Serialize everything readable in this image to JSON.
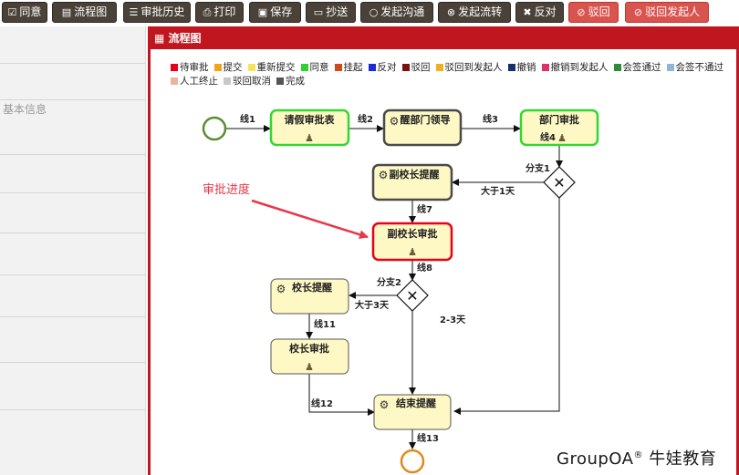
{
  "toolbar": {
    "buttons": [
      {
        "icon": "☑",
        "label": "同意",
        "style": "dark"
      },
      {
        "icon": "▤",
        "label": "流程图",
        "style": "dark"
      },
      {
        "icon": "☰",
        "label": "审批历史",
        "style": "dark"
      },
      {
        "icon": "⎙",
        "label": "打印",
        "style": "dark"
      },
      {
        "icon": "▣",
        "label": "保存",
        "style": "dark"
      },
      {
        "icon": "▭",
        "label": "抄送",
        "style": "dark"
      },
      {
        "icon": "○",
        "label": "发起沟通",
        "style": "dark"
      },
      {
        "icon": "⊗",
        "label": "发起流转",
        "style": "dark"
      },
      {
        "icon": "✖",
        "label": "反对",
        "style": "dark"
      },
      {
        "icon": "⊘",
        "label": "驳回",
        "style": "red"
      },
      {
        "icon": "⊘",
        "label": "驳回发起人",
        "style": "red"
      }
    ]
  },
  "sidebar": {
    "label": "基本信息"
  },
  "panel": {
    "title": "流程图"
  },
  "legend": [
    {
      "label": "待审批",
      "color": "#e8001a"
    },
    {
      "label": "提交",
      "color": "#f2a21b"
    },
    {
      "label": "重新提交",
      "color": "#f5e35a"
    },
    {
      "label": "同意",
      "color": "#2fd12f"
    },
    {
      "label": "挂起",
      "color": "#d24a1a"
    },
    {
      "label": "反对",
      "color": "#1a2bd8"
    },
    {
      "label": "驳回",
      "color": "#7a1010"
    },
    {
      "label": "驳回到发起人",
      "color": "#f0b020"
    },
    {
      "label": "撤销",
      "color": "#15306b"
    },
    {
      "label": "撤销到发起人",
      "color": "#e0306a"
    },
    {
      "label": "会签通过",
      "color": "#2e8b3a"
    },
    {
      "label": "会签不通过",
      "color": "#8fb7dc"
    },
    {
      "label": "人工终止",
      "color": "#e8b49a"
    },
    {
      "label": "驳回取消",
      "color": "#c8c8c8"
    },
    {
      "label": "完成",
      "color": "#555555"
    }
  ],
  "diagram": {
    "nodes": {
      "leave_approval": "请假审批表",
      "dept_leader_remind": "醒部门领导",
      "dept_approval": "部门审批",
      "vp_remind": "副校长提醒",
      "vp_approval": "副校长审批",
      "principal_remind": "校长提醒",
      "principal_approval": "校长审批",
      "end_remind": "结束提醒"
    },
    "lines": {
      "l1": "线1",
      "l2": "线2",
      "l3": "线3",
      "l4": "线4",
      "l7": "线7",
      "l8": "线8",
      "l11": "线11",
      "l12": "线12",
      "l13": "线13"
    },
    "gateways": {
      "g1": "分支1",
      "g2": "分支2"
    },
    "conditions": {
      "c1": "大于1天",
      "c2": "大于3天",
      "c3": "2-3天"
    },
    "annotation": "审批进度"
  },
  "watermark": {
    "brand": "GroupOA",
    "reg": "®",
    "name": "牛娃教育"
  },
  "colors": {
    "dark_button": "#4a4239",
    "red_button": "#d9534f",
    "panel_border": "#c0161f",
    "approved": "#33d633",
    "pending": "#e8001a",
    "node_fill": "#fdf8c4",
    "annotation": "#e8384a"
  }
}
